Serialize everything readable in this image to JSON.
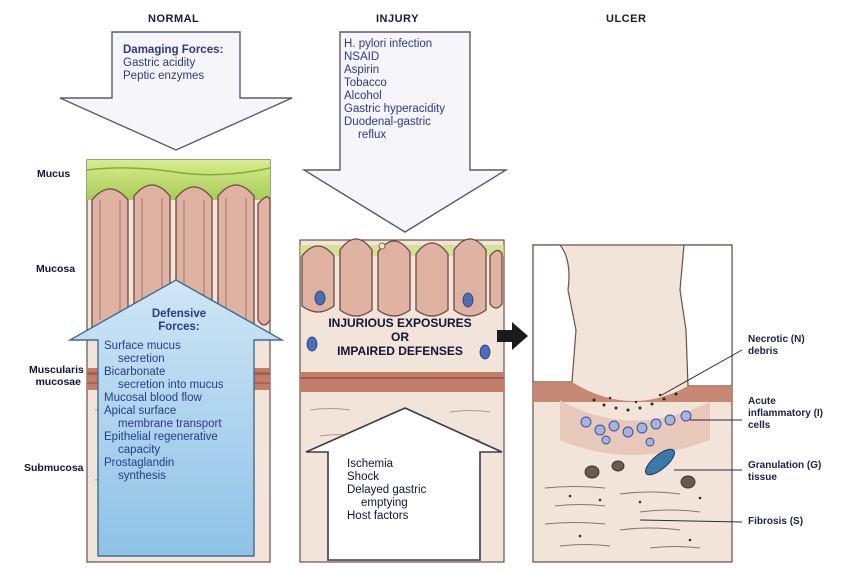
{
  "panels": {
    "normal": {
      "title": "NORMAL"
    },
    "injury": {
      "title": "INJURY"
    },
    "ulcer": {
      "title": "ULCER"
    }
  },
  "layers": {
    "mucus": "Mucus",
    "mucosa": "Mucosa",
    "muscularis": [
      "Muscularis",
      "mucosae"
    ],
    "submucosa": "Submucosa"
  },
  "damaging_forces": {
    "title": "Damaging Forces:",
    "items": [
      "Gastric acidity",
      "Peptic enzymes"
    ]
  },
  "injury_factors": {
    "items": [
      {
        "text": "H. pylori infection",
        "indent": false
      },
      {
        "text": "NSAID",
        "indent": false
      },
      {
        "text": "Aspirin",
        "indent": false
      },
      {
        "text": "Tobacco",
        "indent": false
      },
      {
        "text": "Alcohol",
        "indent": false
      },
      {
        "text": "Gastric hyperacidity",
        "indent": false
      },
      {
        "text": "Duodenal-gastric",
        "indent": false
      },
      {
        "text": "reflux",
        "indent": true
      }
    ]
  },
  "defensive_forces": {
    "title": [
      "Defensive",
      "Forces:"
    ],
    "items": [
      {
        "text": "Surface mucus",
        "indent": false
      },
      {
        "text": "secretion",
        "indent": true
      },
      {
        "text": "Bicarbonate",
        "indent": false
      },
      {
        "text": "secretion into mucus",
        "indent": true
      },
      {
        "text": "Mucosal blood flow",
        "indent": false
      },
      {
        "text": "Apical surface",
        "indent": false
      },
      {
        "text": "membrane transport",
        "indent": true
      },
      {
        "text": "Epithelial regenerative",
        "indent": false
      },
      {
        "text": "capacity",
        "indent": true
      },
      {
        "text": "Prostaglandin",
        "indent": false
      },
      {
        "text": "synthesis",
        "indent": true
      }
    ]
  },
  "injurious_exposures": [
    "INJURIOUS EXPOSURES",
    "OR",
    "IMPAIRED DEFENSES"
  ],
  "impaired_defenses": {
    "items": [
      {
        "text": "Ischemia",
        "indent": false
      },
      {
        "text": "Shock",
        "indent": false
      },
      {
        "text": "Delayed gastric",
        "indent": false
      },
      {
        "text": "emptying",
        "indent": true
      },
      {
        "text": "Host factors",
        "indent": false
      }
    ]
  },
  "ulcer_callouts": {
    "necrotic": {
      "lines": [
        "Necrotic",
        "debris"
      ],
      "code": "(N)"
    },
    "inflammatory": {
      "lines": [
        "Acute",
        "inflammatory",
        "cells"
      ],
      "code": "(I)"
    },
    "granulation": {
      "lines": [
        "Granulation",
        "tissue"
      ],
      "code": "(G)"
    },
    "fibrosis": {
      "lines": [
        "Fibrosis"
      ],
      "code": "(S)"
    }
  },
  "colors": {
    "mucus": "#bcd96a",
    "epithelium": "#d8a898",
    "submucosa": "#f1e2d8",
    "muscularis": "#b46a58",
    "defensive_fill": "#9fcbe8",
    "text_blue": "#2a3a8a",
    "label_dark": "#14143a"
  }
}
